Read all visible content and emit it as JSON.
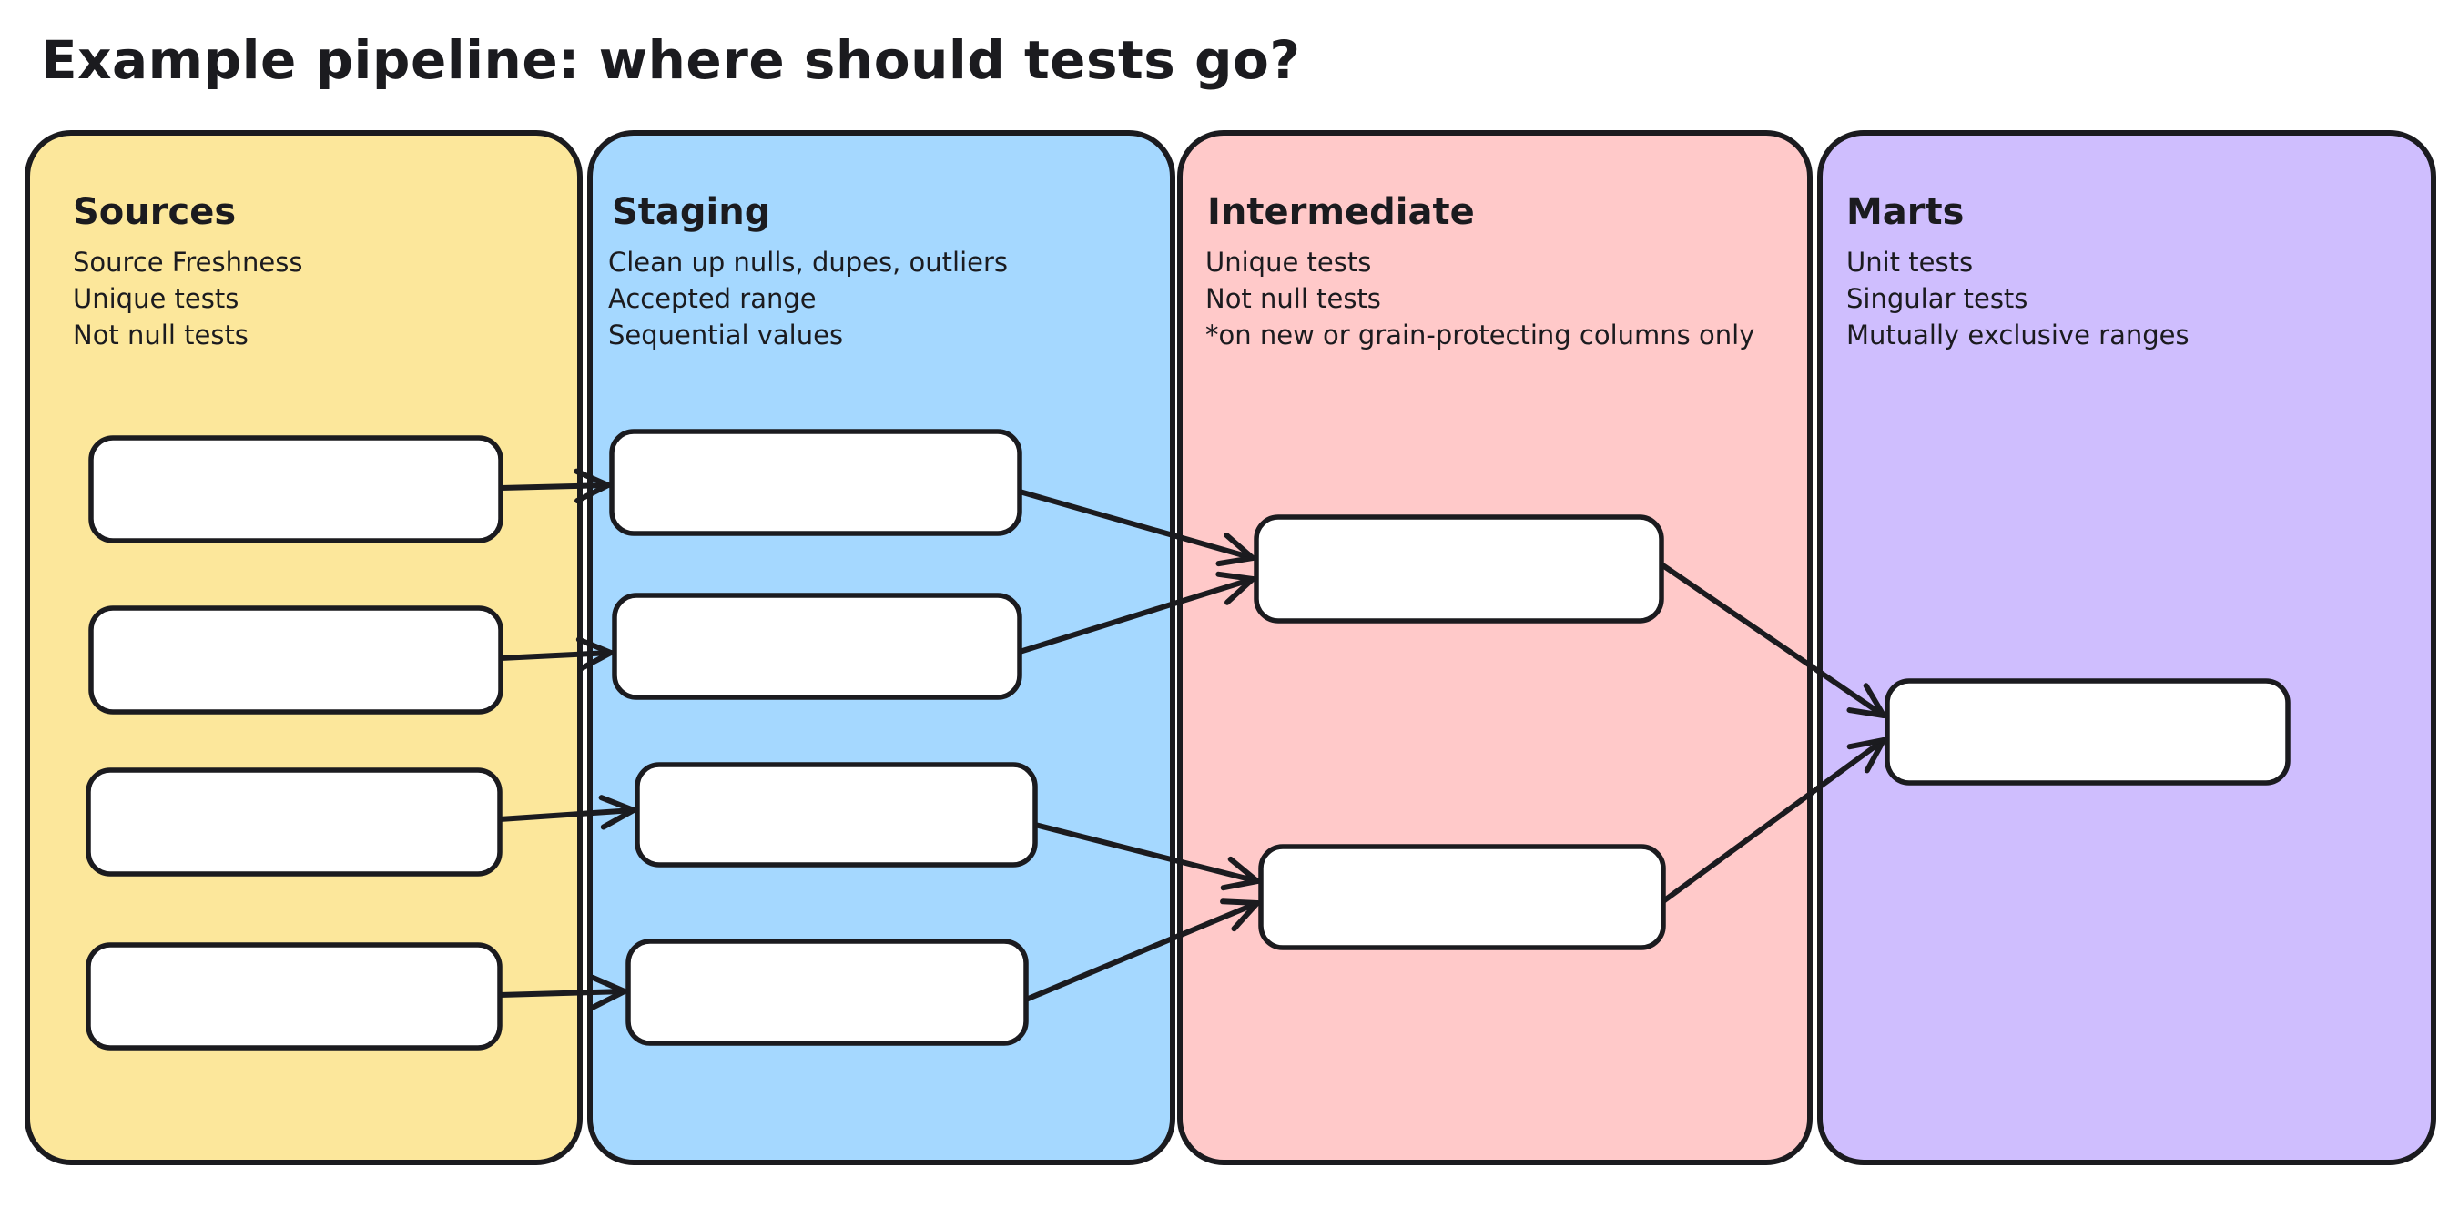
{
  "title": "Example pipeline: where should tests go?",
  "colors": {
    "background": "#ffffff",
    "ink": "#1b1b1f",
    "node_fill": "#ffffff"
  },
  "columns": [
    {
      "id": "sources",
      "label": "Sources",
      "fill": "#FCE79B",
      "notes": [
        "Source Freshness",
        "Unique tests",
        "Not null tests"
      ]
    },
    {
      "id": "staging",
      "label": "Staging",
      "fill": "#A5D8FF",
      "notes": [
        "Clean up nulls, dupes, outliers",
        "Accepted range",
        "Sequential values"
      ]
    },
    {
      "id": "intermediate",
      "label": "Intermediate",
      "fill": "#FFC9C9",
      "notes": [
        "Unique tests",
        "Not null tests",
        "*on new or grain-protecting columns only"
      ]
    },
    {
      "id": "marts",
      "label": "Marts",
      "fill": "#CFBEFE",
      "notes": [
        "Unit tests",
        "Singular tests",
        "Mutually exclusive ranges"
      ]
    }
  ],
  "nodes": [
    {
      "id": "source-1",
      "column": "sources"
    },
    {
      "id": "source-2",
      "column": "sources"
    },
    {
      "id": "source-3",
      "column": "sources"
    },
    {
      "id": "source-4",
      "column": "sources"
    },
    {
      "id": "staging-1",
      "column": "staging"
    },
    {
      "id": "staging-2",
      "column": "staging"
    },
    {
      "id": "staging-3",
      "column": "staging"
    },
    {
      "id": "staging-4",
      "column": "staging"
    },
    {
      "id": "intermediate-1",
      "column": "intermediate"
    },
    {
      "id": "intermediate-2",
      "column": "intermediate"
    },
    {
      "id": "marts-1",
      "column": "marts"
    }
  ],
  "edges": [
    {
      "from": "source-1",
      "to": "staging-1"
    },
    {
      "from": "source-2",
      "to": "staging-2"
    },
    {
      "from": "source-3",
      "to": "staging-3"
    },
    {
      "from": "source-4",
      "to": "staging-4"
    },
    {
      "from": "staging-1",
      "to": "intermediate-1"
    },
    {
      "from": "staging-2",
      "to": "intermediate-1"
    },
    {
      "from": "staging-3",
      "to": "intermediate-2"
    },
    {
      "from": "staging-4",
      "to": "intermediate-2"
    },
    {
      "from": "intermediate-1",
      "to": "marts-1"
    },
    {
      "from": "intermediate-2",
      "to": "marts-1"
    }
  ]
}
